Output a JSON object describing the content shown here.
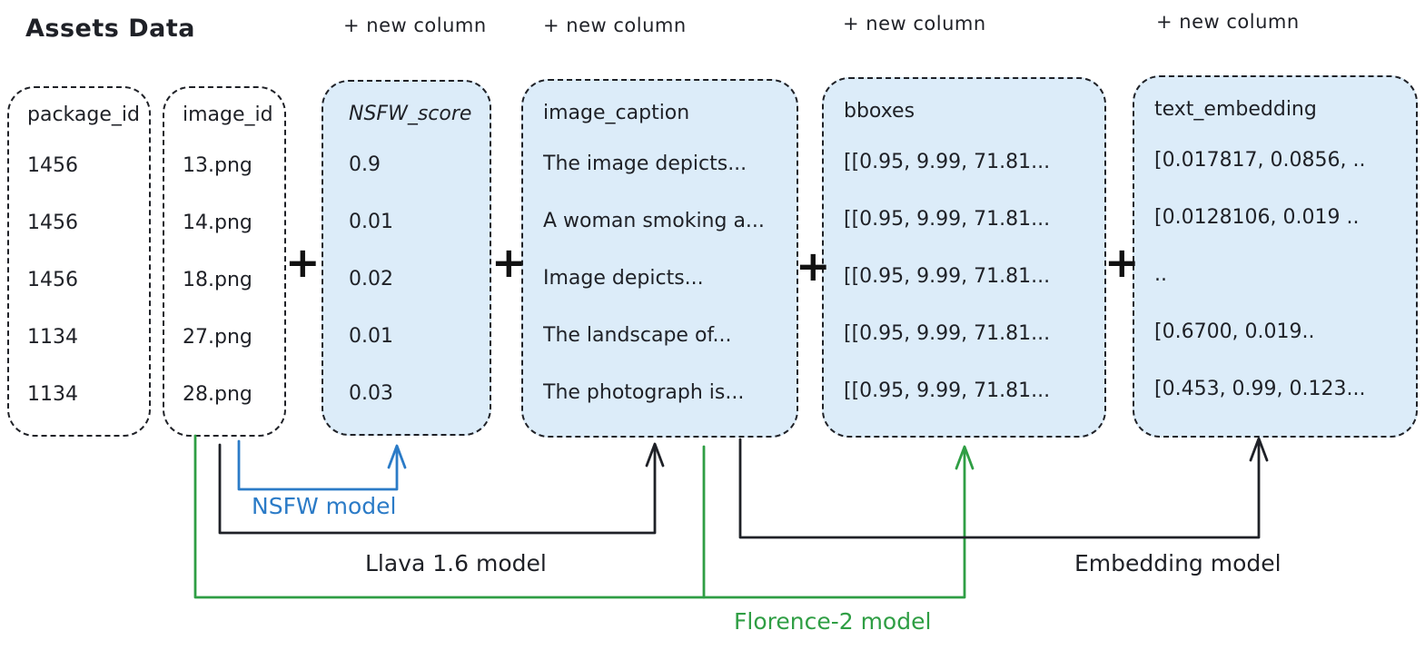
{
  "title": "Assets Data",
  "new_column_label": "+ new column",
  "plus_sign": "+",
  "colors": {
    "box_fill": "#dcecf9",
    "ink": "#1f2127",
    "blue": "#2b7bc7",
    "green": "#2f9e44"
  },
  "columns": [
    {
      "header": "package_id",
      "values": [
        "1456",
        "1456",
        "1456",
        "1134",
        "1134"
      ],
      "highlighted": false,
      "new_column": false
    },
    {
      "header": "image_id",
      "values": [
        "13.png",
        "14.png",
        "18.png",
        "27.png",
        "28.png"
      ],
      "highlighted": false,
      "new_column": false
    },
    {
      "header": "NSFW_score",
      "values": [
        "0.9",
        "0.01",
        "0.02",
        "0.01",
        "0.03"
      ],
      "highlighted": true,
      "new_column": true
    },
    {
      "header": "image_caption",
      "values": [
        "The image depicts...",
        "A woman smoking a...",
        "Image depicts...",
        "The landscape of...",
        "The photograph is..."
      ],
      "highlighted": true,
      "new_column": true
    },
    {
      "header": "bboxes",
      "values": [
        "[[0.95, 9.99, 71.81...",
        "[[0.95, 9.99, 71.81...",
        "[[0.95, 9.99, 71.81...",
        "[[0.95, 9.99, 71.81...",
        "[[0.95, 9.99, 71.81..."
      ],
      "highlighted": true,
      "new_column": true
    },
    {
      "header": "text_embedding",
      "values": [
        "[0.017817, 0.0856, ..",
        "[0.0128106, 0.019 ..",
        "..",
        "[0.6700, 0.019..",
        "[0.453, 0.99, 0.123..."
      ],
      "highlighted": true,
      "new_column": true
    }
  ],
  "models": [
    {
      "name": "NSFW model",
      "color": "#2b7bc7",
      "from": "image_id",
      "to": "NSFW_score"
    },
    {
      "name": "Llava 1.6 model",
      "color": "#1f2127",
      "from": "image_id",
      "to": "image_caption"
    },
    {
      "name": "Embedding model",
      "color": "#1f2127",
      "from": "image_caption",
      "to": "text_embedding"
    },
    {
      "name": "Florence-2 model",
      "color": "#2f9e44",
      "from": "image_id",
      "to": "bboxes"
    }
  ]
}
